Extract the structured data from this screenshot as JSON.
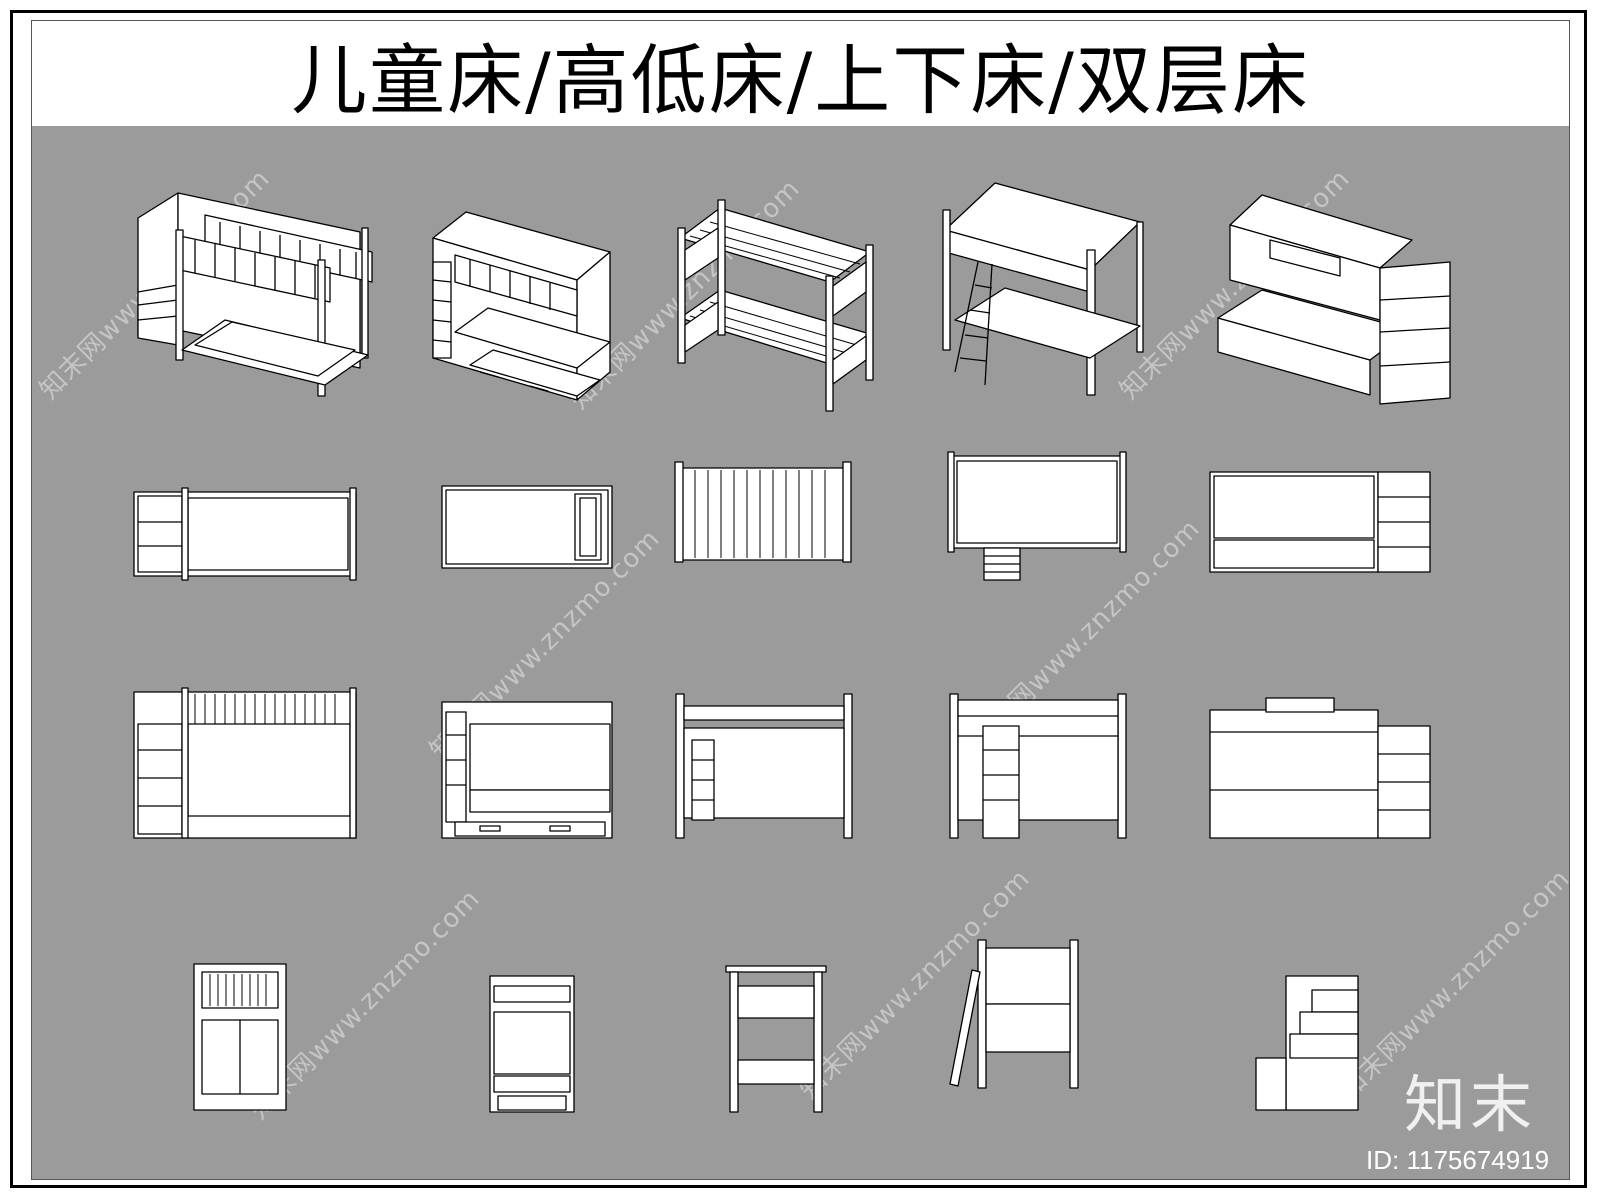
{
  "title": "儿童床/高低床/上下床/双层床",
  "watermark": "知末网www.znzmo.com",
  "logo": "知末",
  "id_label": "ID: 1175674919",
  "colors": {
    "canvas": "#9b9b9b",
    "line": "#000000",
    "fill": "#ffffff"
  },
  "drawings": [
    {
      "name": "bunk-bed-with-stairs",
      "view": "isometric"
    },
    {
      "name": "bunk-bed-with-trundle",
      "view": "isometric"
    },
    {
      "name": "slatted-bunk-bed",
      "view": "isometric"
    },
    {
      "name": "loft-bed-with-ladder",
      "view": "isometric"
    },
    {
      "name": "cabin-bed-with-storage-stairs",
      "view": "isometric"
    }
  ]
}
